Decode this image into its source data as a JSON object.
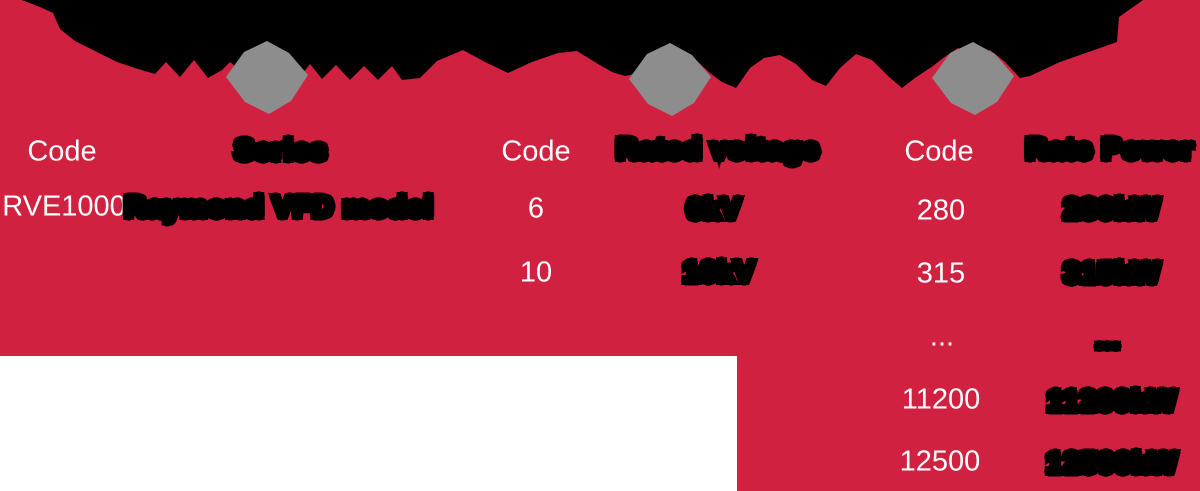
{
  "meta": {
    "type": "model-code-nomenclature-diagram",
    "obscured_note": "Top title band and all attribute texts are blacked out (illegible); shown as black blobs",
    "colors": {
      "panel": "#d02140",
      "redaction": "#000000",
      "diamond": "#8d8d8d",
      "text": "#ffffff",
      "page": "#ffffff"
    }
  },
  "separators": {
    "icon": "diamond-icon",
    "count": 3
  },
  "columns": [
    {
      "id": "series",
      "code_header": "Code",
      "attribute_header": "Series",
      "attribute_header_obscured": true,
      "rows": [
        {
          "code": "RVE1000",
          "value": "Raymond VFD model",
          "value_obscured": true
        }
      ]
    },
    {
      "id": "rated-voltage",
      "code_header": "Code",
      "attribute_header": "Rated voltage",
      "attribute_header_obscured": true,
      "rows": [
        {
          "code": "6",
          "value": "6kV",
          "value_obscured": true
        },
        {
          "code": "10",
          "value": "10kV",
          "value_obscured": true
        }
      ]
    },
    {
      "id": "rated-power",
      "code_header": "Code",
      "attribute_header": "Rate Power",
      "attribute_header_obscured": true,
      "rows": [
        {
          "code": "280",
          "value": "280kW",
          "value_obscured": true
        },
        {
          "code": "315",
          "value": "315kW",
          "value_obscured": true
        },
        {
          "code": "...",
          "value": "...",
          "value_obscured": true
        },
        {
          "code": "11200",
          "value": "11200kW",
          "value_obscured": true
        },
        {
          "code": "12500",
          "value": "12500kW",
          "value_obscured": true
        }
      ]
    }
  ]
}
